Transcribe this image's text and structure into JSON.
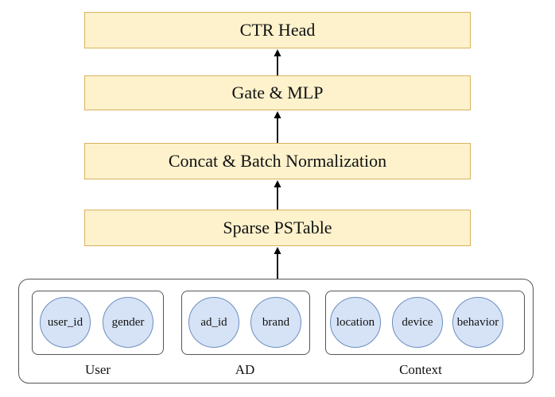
{
  "layers": {
    "ctr_head": "CTR Head",
    "gate_mlp": "Gate & MLP",
    "concat_bn": "Concat & Batch Normalization",
    "sparse_pstable": "Sparse PSTable"
  },
  "groups": {
    "user": {
      "label": "User",
      "features": [
        "user_id",
        "gender"
      ]
    },
    "ad": {
      "label": "AD",
      "features": [
        "ad_id",
        "brand"
      ]
    },
    "context": {
      "label": "Context",
      "features": [
        "location",
        "device",
        "behavior"
      ]
    }
  },
  "colors": {
    "layer_fill": "#fdf2cc",
    "layer_border": "#d9b25e",
    "feature_fill": "#d6e3f6",
    "feature_border": "#6c8ebf"
  }
}
